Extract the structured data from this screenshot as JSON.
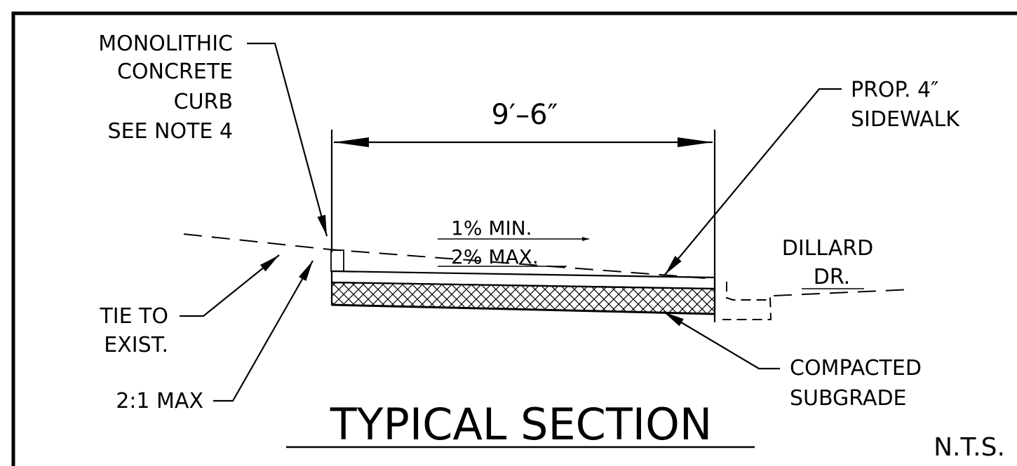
{
  "labels": {
    "curb": [
      "MONOLITHIC",
      "CONCRETE",
      "CURB",
      "SEE NOTE 4"
    ],
    "sidewalk": [
      "PROP. 4″",
      "SIDEWALK"
    ],
    "dimension": "9′–6″",
    "slope_top": "1%  MIN.",
    "slope_bottom": "2%  MAX.",
    "road": [
      "DILLARD",
      "DR."
    ],
    "tie": [
      "TIE TO",
      "EXIST."
    ],
    "max_slope": "2:1 MAX",
    "subgrade": [
      "COMPACTED",
      "SUBGRADE"
    ],
    "title": "TYPICAL SECTION",
    "scale": "N.T.S."
  }
}
